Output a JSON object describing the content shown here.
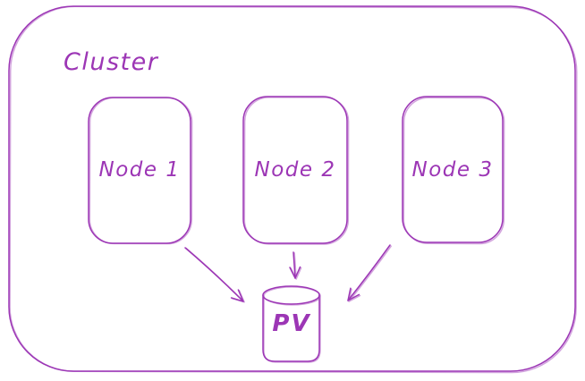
{
  "diagram": {
    "type": "sketch-diagram",
    "title": "Cluster",
    "container": {
      "label": "Cluster"
    },
    "nodes": [
      {
        "id": "node-1",
        "label": "Node 1"
      },
      {
        "id": "node-2",
        "label": "Node 2"
      },
      {
        "id": "node-3",
        "label": "Node 3"
      }
    ],
    "storage": {
      "id": "pv",
      "label": "PV",
      "shape": "cylinder"
    },
    "connections": [
      {
        "from": "Node 1",
        "to": "PV",
        "style": "arrow"
      },
      {
        "from": "Node 2",
        "to": "PV",
        "style": "arrow"
      },
      {
        "from": "Node 3",
        "to": "PV",
        "style": "arrow"
      }
    ],
    "colors": {
      "stroke": "#9c36b5",
      "text": "#8e2da5",
      "background": "#ffffff"
    }
  }
}
